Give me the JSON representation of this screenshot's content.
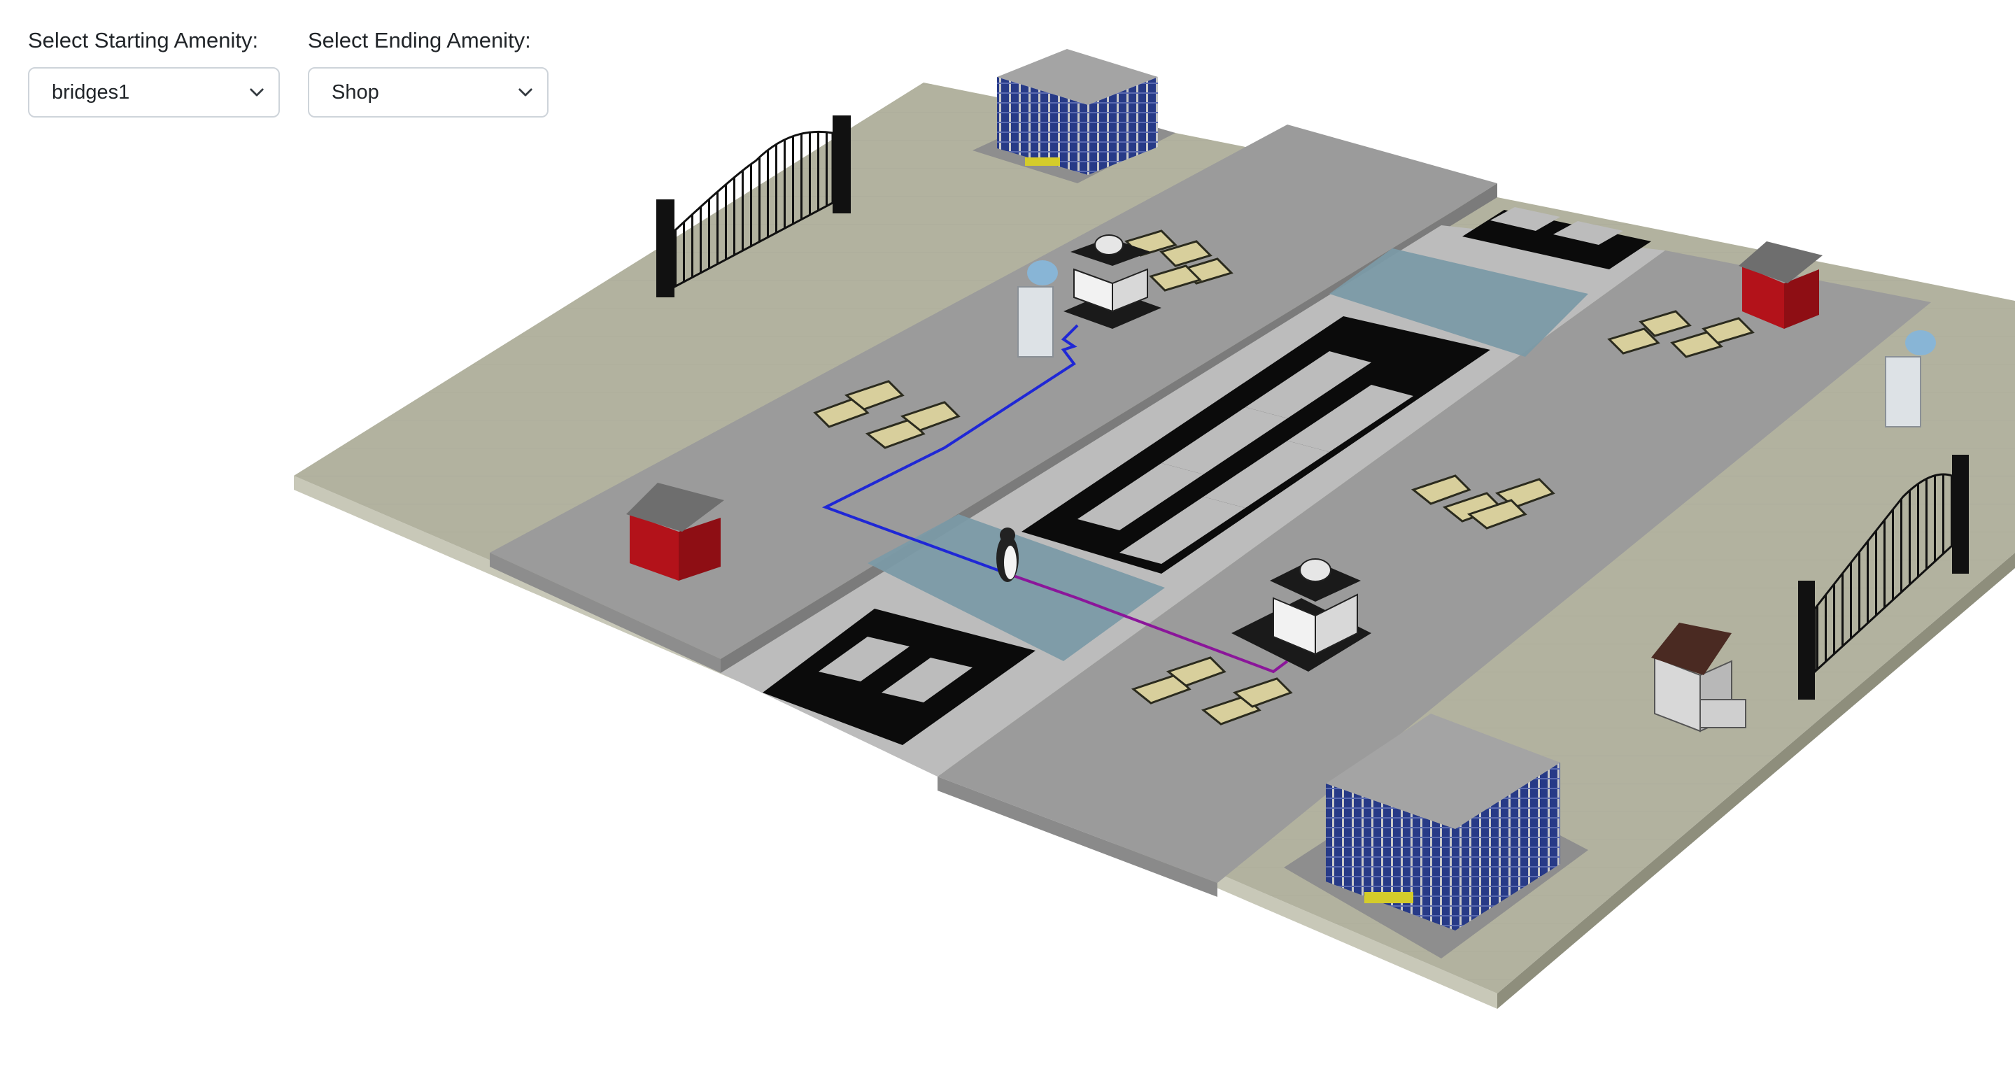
{
  "controls": {
    "start": {
      "label": "Select Starting Amenity:",
      "selected": "bridges1"
    },
    "end": {
      "label": "Select Ending Amenity:",
      "selected": "Shop"
    }
  },
  "scene": {
    "icons": [
      "gate-icon",
      "building-icon",
      "shed-icon",
      "water-cooler-icon",
      "bench-icon",
      "kiosk-icon",
      "penguin-icon",
      "booth-icon"
    ],
    "colors": {
      "platform_light": "#b2b29f",
      "platform_dark": "#8e8e7c",
      "walkway": "#9b9b9b",
      "walkway_side": "#7b7b7b",
      "track_bed": "#bcbcbc",
      "rail_black": "#0b0b0b",
      "bridge": "#7b9aa6",
      "shed_red": "#b3121a",
      "path_blue": "#1f27d6",
      "path_purple": "#8b169a",
      "building_windows": "#273a87",
      "bench": "#d8cf9c"
    }
  }
}
